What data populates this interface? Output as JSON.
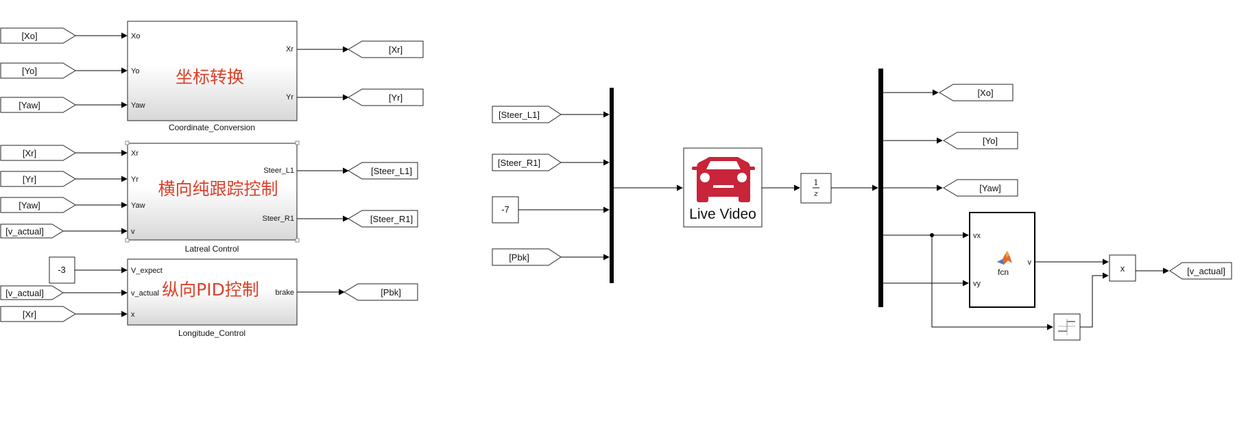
{
  "colors": {
    "annotation": "#d9412b",
    "car_icon": "#c8243a",
    "subsystem_gradient_top": "#ffffff",
    "subsystem_gradient_bottom": "#d7d7d7"
  },
  "left": {
    "coord": {
      "inputs": [
        "[Xo]",
        "[Yo]",
        "[Yaw]"
      ],
      "in_ports": [
        "Xo",
        "Yo",
        "Yaw"
      ],
      "out_ports": [
        "Xr",
        "Yr"
      ],
      "outputs": [
        "[Xr]",
        "[Yr]"
      ],
      "annotation": "坐标转换",
      "name": "Coordinate_Conversion"
    },
    "lateral": {
      "inputs": [
        "[Xr]",
        "[Yr]",
        "[Yaw]",
        "[v_actual]"
      ],
      "in_ports": [
        "Xr",
        "Yr",
        "Yaw",
        "v"
      ],
      "out_ports": [
        "Steer_L1",
        "Steer_R1"
      ],
      "outputs": [
        "[Steer_L1]",
        "[Steer_R1]"
      ],
      "annotation": "横向纯跟踪控制",
      "name": "Latreal Control"
    },
    "longit": {
      "constant": "-3",
      "inputs": [
        "[v_actual]",
        "[Xr]"
      ],
      "in_ports": [
        "V_expect",
        "v_actual",
        "x"
      ],
      "out_ports": [
        "brake"
      ],
      "outputs": [
        "[Pbk]"
      ],
      "annotation": "纵向PID控制",
      "name": "Longitude_Control"
    }
  },
  "right": {
    "mux_inputs": [
      "[Steer_L1]",
      "[Steer_R1]",
      "[Pbk]"
    ],
    "constant": "-7",
    "video_label": "Live Video",
    "delay_num": "1",
    "delay_den": "z",
    "demux_outputs": [
      "[Xo]",
      "[Yo]",
      "[Yaw]"
    ],
    "fcn": {
      "label": "fcn",
      "in_ports": [
        "vx",
        "vy"
      ],
      "out_port": "v"
    },
    "product": "x",
    "final_output": "[v_actual]"
  }
}
